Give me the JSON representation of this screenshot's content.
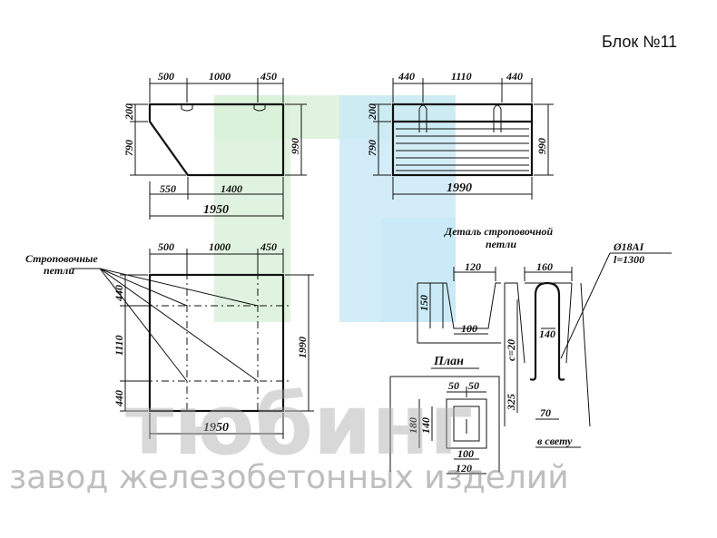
{
  "title": "Блок №11",
  "front_view": {
    "top_dims": [
      "500",
      "1000",
      "450"
    ],
    "left_dims": [
      "200",
      "790"
    ],
    "right_dim": "990",
    "bottom_dims": [
      "550",
      "1400"
    ],
    "overall_width": "1950"
  },
  "side_view": {
    "top_dims": [
      "440",
      "1110",
      "440"
    ],
    "left_dims": [
      "200",
      "790"
    ],
    "right_dim": "990",
    "overall_width": "1990"
  },
  "plan_view": {
    "top_dims": [
      "500",
      "1000",
      "450"
    ],
    "left_dims": [
      "440",
      "1110",
      "440"
    ],
    "right_dim": "1990",
    "overall_width": "1950",
    "loops_label_line1": "Строповочные",
    "loops_label_line2": "петли"
  },
  "detail": {
    "title_line1": "Деталь строповочной",
    "title_line2": "петли",
    "rebar_label": "Ø18AI",
    "length_label": "l=1300",
    "plan_label": "План",
    "clear_label": "в свету",
    "section_dims": {
      "top_width": "120",
      "depth": "150",
      "bottom_width": "100"
    },
    "loop_dims": {
      "top_width": "160",
      "inner_width": "140",
      "spacing": "c=20",
      "height": "325",
      "bottom_offset": "70"
    },
    "plan_dims": {
      "top_left": "50",
      "top_right": "50",
      "outer_height": "180",
      "inner_height": "140",
      "inner_width": "100",
      "outer_width": "120"
    }
  },
  "watermark": {
    "logo": "тюбинг",
    "subtitle": "завод железобетонных изделий"
  }
}
